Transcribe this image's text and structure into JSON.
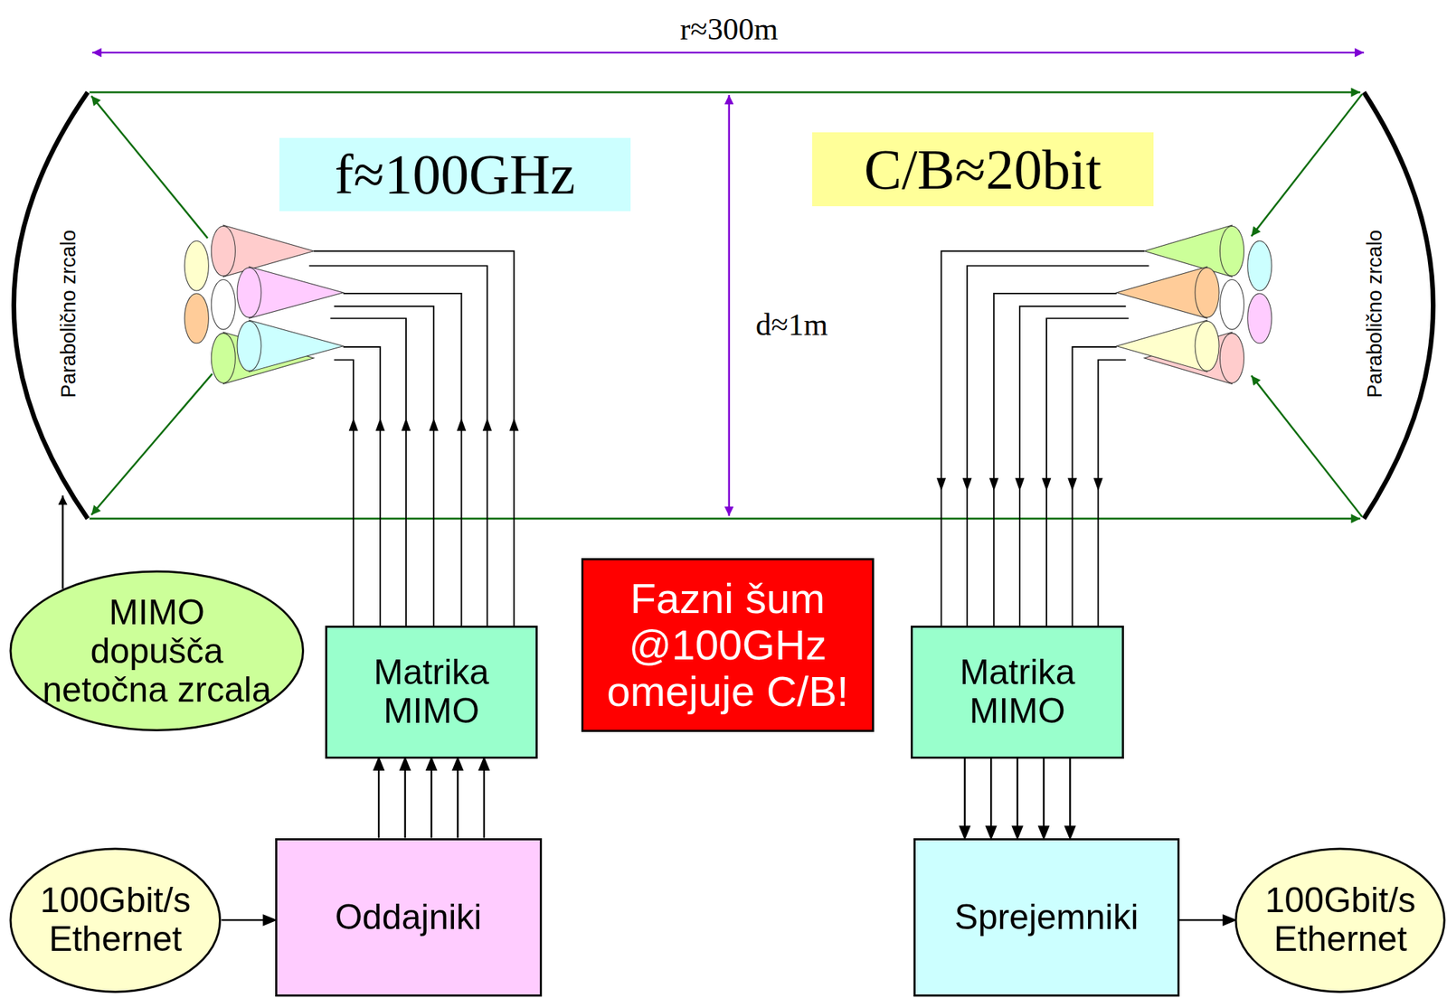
{
  "diagram": {
    "nodes": [
      {
        "text": [
          "f≈100GHz"
        ]
      },
      {
        "text": [
          "C/B≈20bit"
        ]
      },
      {
        "text": [
          "MIMO dopušča netočna zrcala"
        ]
      },
      {
        "text": [
          "Matrika MIMO"
        ]
      },
      {
        "text": [
          "Fazni šum @100GHz omejuje C/B!"
        ]
      },
      {
        "text": [
          "Matrika MIMO"
        ]
      },
      {
        "text": [
          "100Gbit/s Ethernet"
        ]
      },
      {
        "text": [
          "Oddajniki"
        ]
      },
      {
        "text": [
          "Sprejemniki"
        ]
      },
      {
        "text": [
          "100Gbit/s Ethernet"
        ]
      }
    ],
    "edges": [
      {
        "from": 6,
        "to": 7,
        "arrow": "to"
      },
      {
        "from": 7,
        "to": 3,
        "arrow": "to"
      },
      {
        "from": 5,
        "to": 8,
        "arrow": "to"
      },
      {
        "from": 8,
        "to": 9,
        "arrow": "to"
      }
    ],
    "labels": [
      "r≈300m",
      "d≈1m",
      "Parabolično zrcalo",
      "Parabolično zrcalo"
    ]
  }
}
